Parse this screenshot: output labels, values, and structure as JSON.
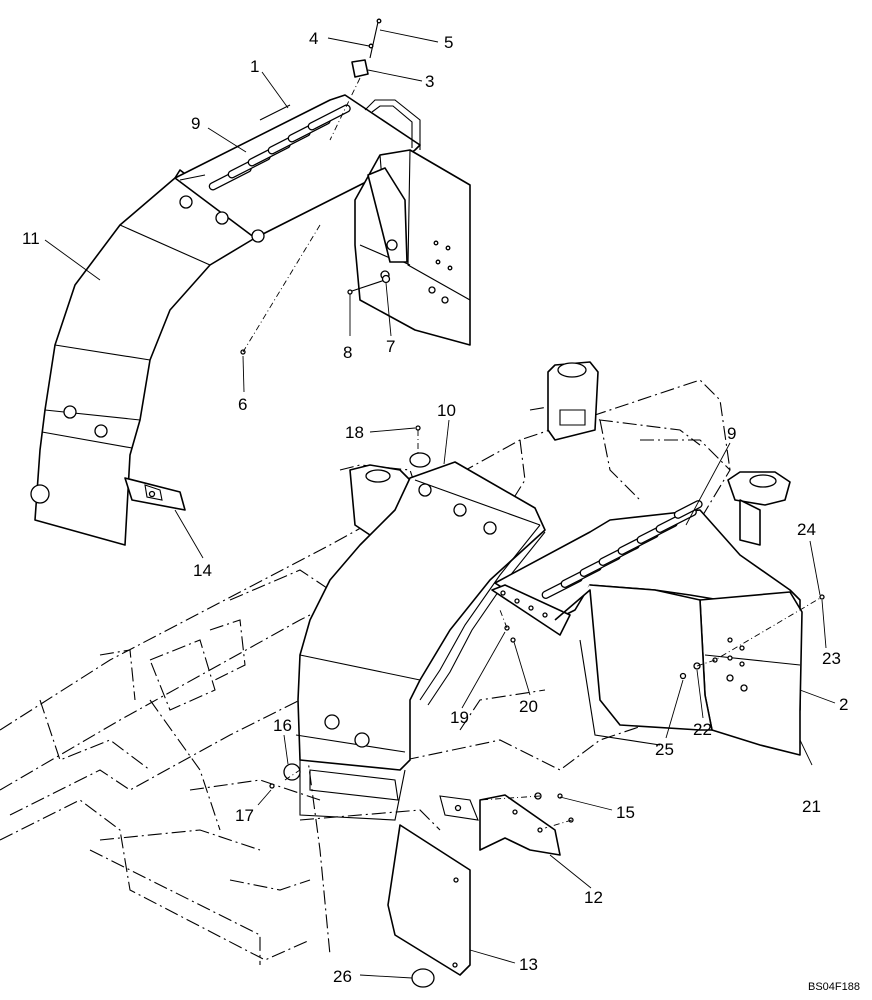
{
  "callouts": {
    "c1": "1",
    "c2": "2",
    "c3": "3",
    "c4": "4",
    "c5": "5",
    "c6": "6",
    "c7": "7",
    "c8": "8",
    "c9a": "9",
    "c9b": "9",
    "c10": "10",
    "c11": "11",
    "c12": "12",
    "c13": "13",
    "c14": "14",
    "c15": "15",
    "c16": "16",
    "c17": "17",
    "c18": "18",
    "c19": "19",
    "c20": "20",
    "c21": "21",
    "c22": "22",
    "c23": "23",
    "c24": "24",
    "c25": "25",
    "c26": "26"
  },
  "drawing_code": "BS04F188"
}
